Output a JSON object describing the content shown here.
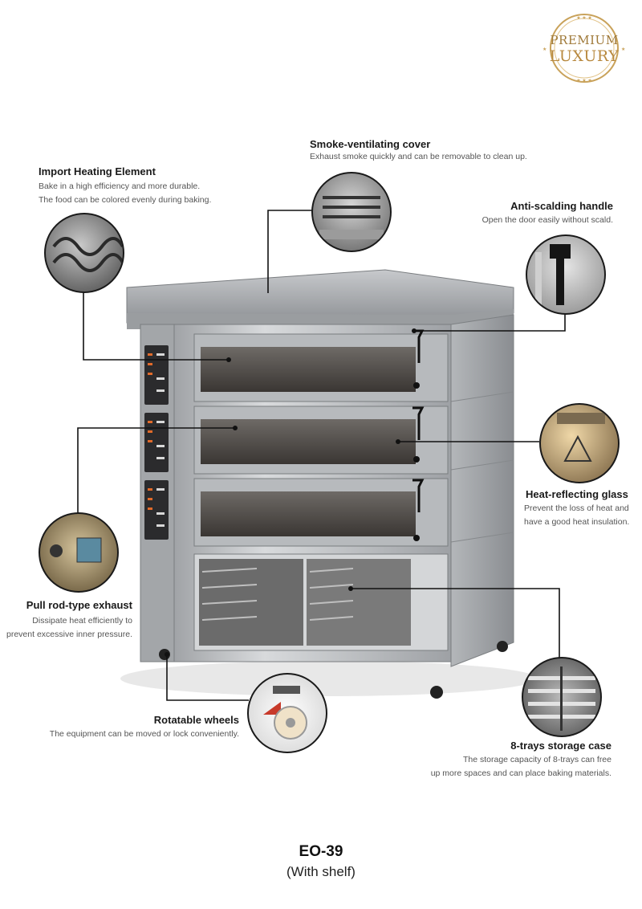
{
  "badge": {
    "line1": "PREMIUM",
    "line2": "LUXURY"
  },
  "features": {
    "smoke_cover": {
      "title": "Smoke-ventilating cover",
      "desc": [
        "Exhaust smoke quickly and can be removable to clean up."
      ]
    },
    "heating_element": {
      "title": "Import Heating Element",
      "desc": [
        "Bake in a high efficiency and more durable.",
        "The food can be colored evenly during baking."
      ]
    },
    "handle": {
      "title": "Anti-scalding handle",
      "desc": [
        "Open the door easily without scald."
      ]
    },
    "glass": {
      "title": "Heat-reflecting glass",
      "desc": [
        "Prevent the loss of heat and",
        "have a good heat insulation."
      ]
    },
    "exhaust": {
      "title": "Pull rod-type exhaust",
      "desc": [
        "Dissipate heat efficiently to",
        "prevent excessive inner pressure."
      ]
    },
    "wheels": {
      "title": "Rotatable wheels",
      "desc": [
        "The equipment can be moved or lock conveniently."
      ]
    },
    "trays": {
      "title": "8-trays storage case",
      "desc": [
        "The storage capacity of 8-trays can free",
        "up more spaces and can place baking materials."
      ]
    }
  },
  "model": {
    "name": "EO-39",
    "variant": "(With shelf)"
  }
}
